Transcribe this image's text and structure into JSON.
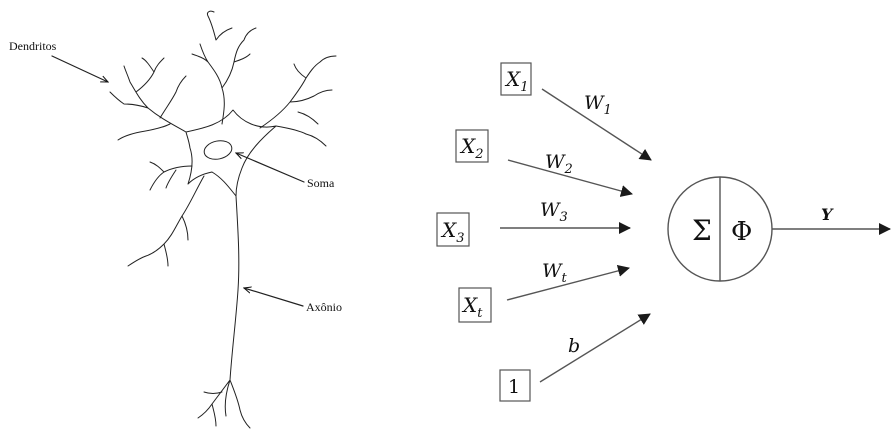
{
  "neuron": {
    "dendrites_label": "Dendritos",
    "soma_label": "Soma",
    "axon_label": "Axônio"
  },
  "perceptron": {
    "inputs": [
      {
        "var": "X",
        "sub": "1"
      },
      {
        "var": "X",
        "sub": "2"
      },
      {
        "var": "X",
        "sub": "3"
      },
      {
        "var": "X",
        "sub": "t"
      }
    ],
    "bias_input": "1",
    "weights": [
      {
        "var": "W",
        "sub": "1"
      },
      {
        "var": "W",
        "sub": "2"
      },
      {
        "var": "W",
        "sub": "3"
      },
      {
        "var": "W",
        "sub": "t"
      }
    ],
    "bias_label": "b",
    "sum_symbol": "Σ",
    "activation_symbol": "Φ",
    "output_label": "Y"
  }
}
